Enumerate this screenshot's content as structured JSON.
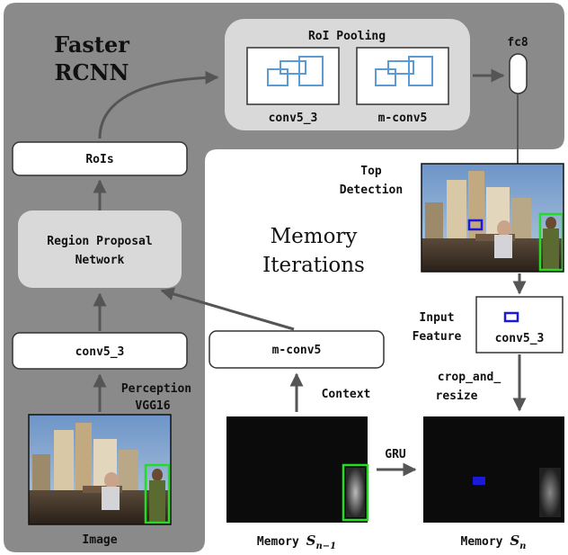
{
  "title": {
    "line1": "Faster",
    "line2": "RCNN"
  },
  "memory_title": {
    "line1": "Memory",
    "line2": "Iterations"
  },
  "roi_pooling": {
    "label": "RoI Pooling",
    "left_label": "conv5_3",
    "right_label": "m-conv5"
  },
  "fc8": "fc8",
  "rois": "RoIs",
  "rpn": {
    "line1": "Region Proposal",
    "line2": "Network"
  },
  "conv5_3": "conv5_3",
  "mconv5": "m-conv5",
  "perception": {
    "line1": "Perception",
    "line2": "VGG16"
  },
  "image_label": "Image",
  "context": "Context",
  "top_detection": {
    "line1": "Top",
    "line2": "Detection"
  },
  "input_feature": {
    "line1": "Input",
    "line2": "Feature",
    "box_label": "conv5_3"
  },
  "crop_resize": {
    "line1": "crop_and_",
    "line2": "resize"
  },
  "gru": "GRU",
  "memory_prev": {
    "prefix": "Memory ",
    "symbol": "S",
    "subscript": "n−1"
  },
  "memory_curr": {
    "prefix": "Memory ",
    "symbol": "S",
    "subscript": "n"
  },
  "colors": {
    "panel_gray": "#8a8a8a",
    "box_light": "#d9d9d9",
    "arrow": "#555555",
    "roi_blue": "#5b9bd5",
    "detection_green": "#22dd22",
    "feature_blue": "#1a1ad8"
  }
}
